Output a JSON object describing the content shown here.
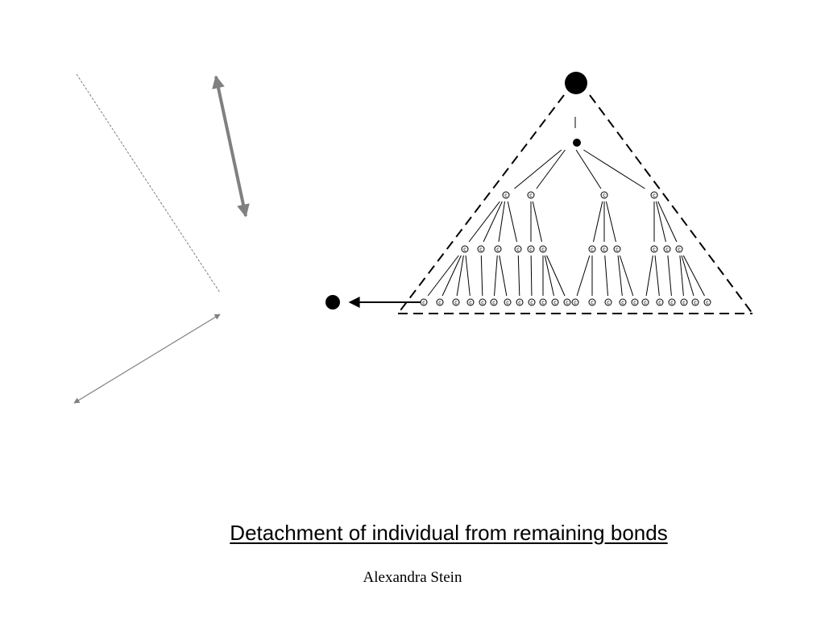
{
  "caption": "Detachment of individual from remaining bonds",
  "author": "Alexandra Stein",
  "node_letter": "c",
  "colors": {
    "line": "#000000",
    "arrow_gray": "#808080",
    "background": "#ffffff"
  },
  "icons": {
    "apex": "filled-circle",
    "individual": "filled-circle",
    "detach_arrow": "arrow-left"
  }
}
